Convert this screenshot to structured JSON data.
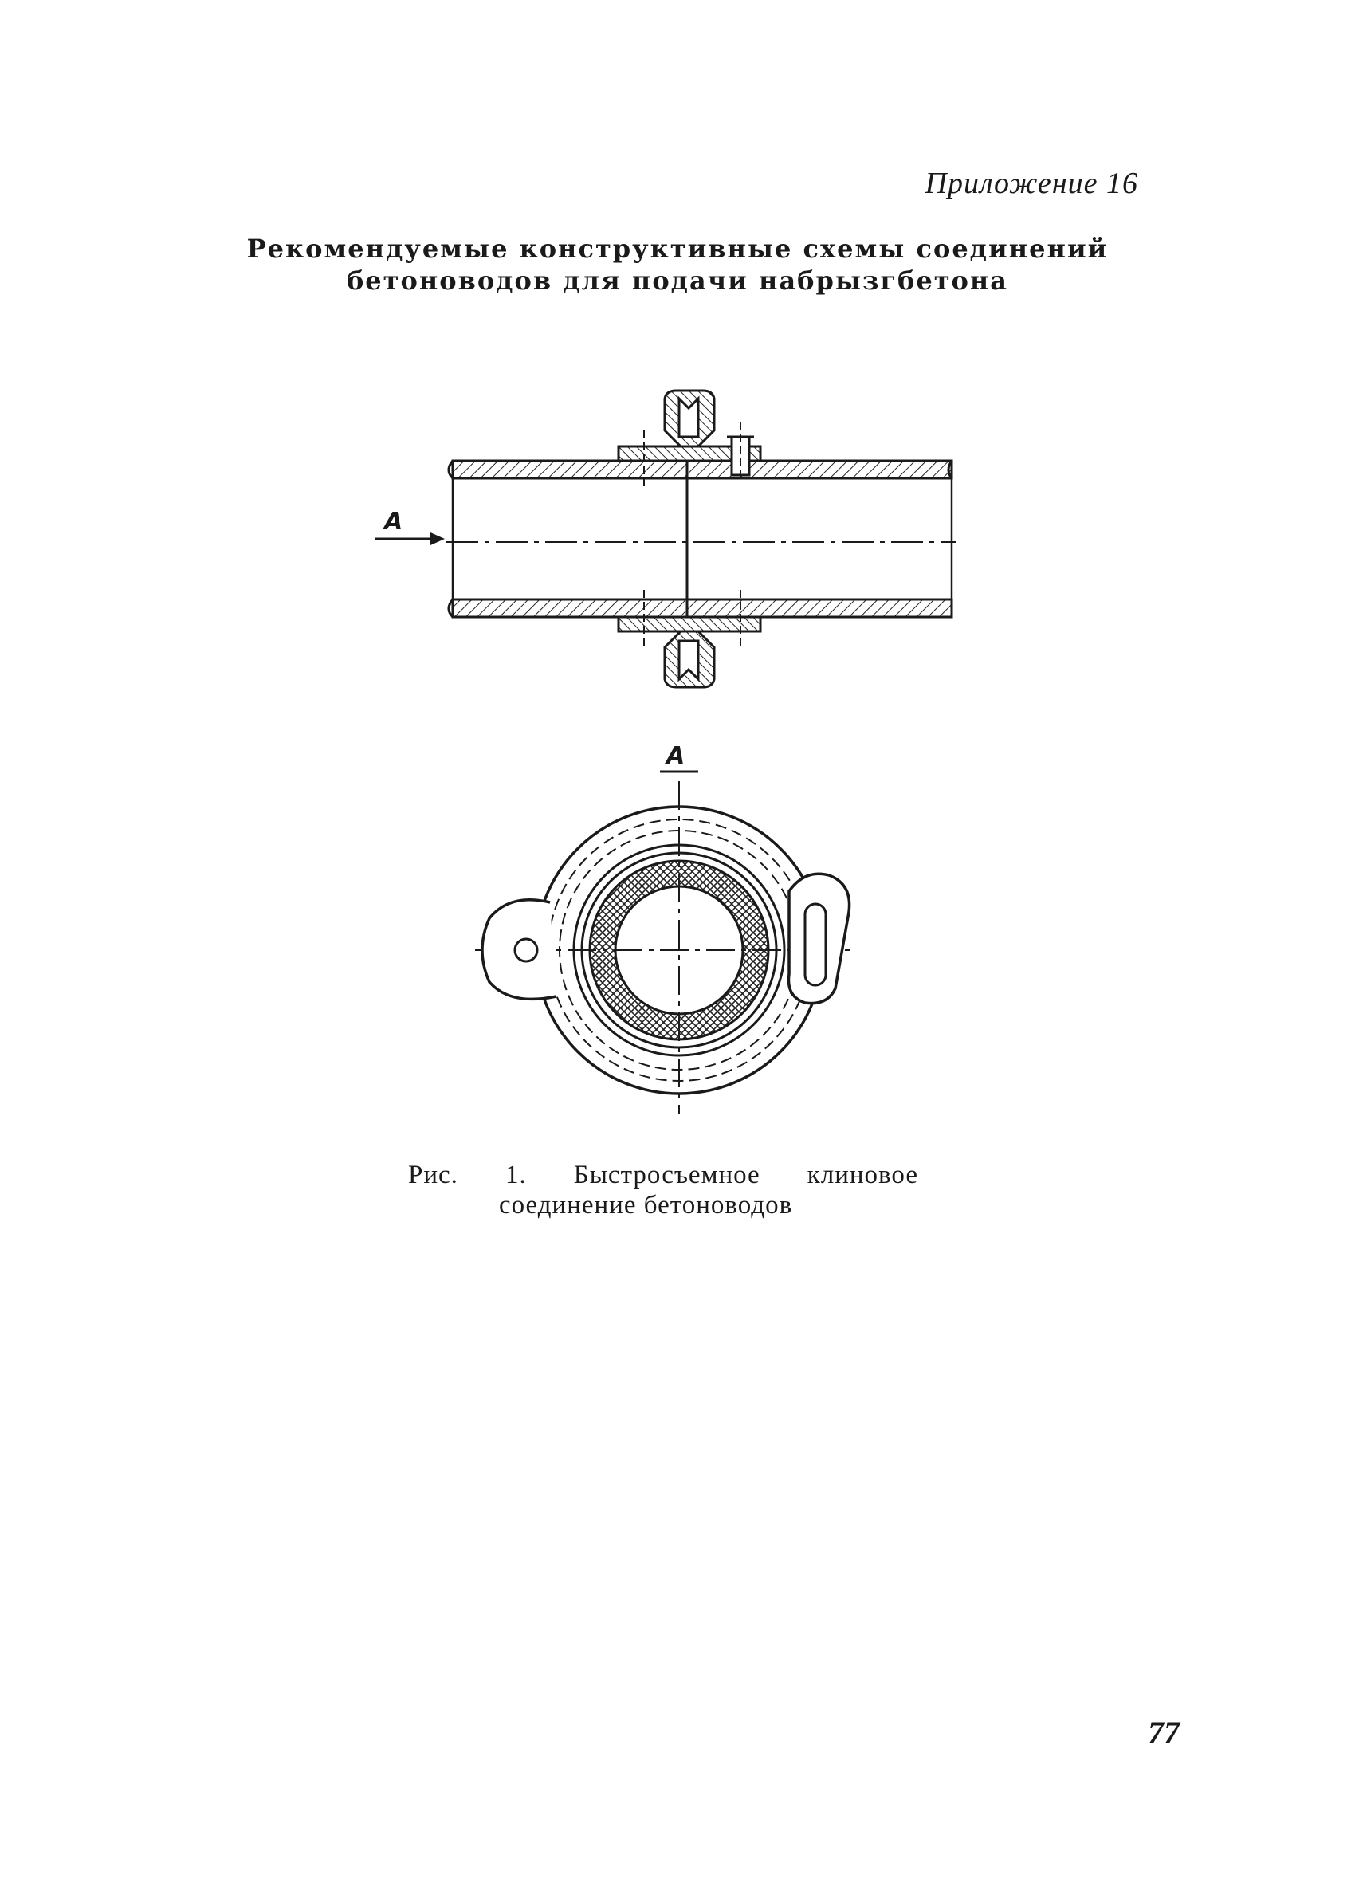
{
  "header": {
    "appendix": "Приложение 16"
  },
  "title": {
    "line1": "Рекомендуемые конструктивные схемы соединений",
    "line2": "бетоноводов для подачи набрызгбетона"
  },
  "figure": {
    "section_label": "A",
    "section_view_label": "A"
  },
  "caption": {
    "prefix": "Рис.",
    "number": "1.",
    "word1": "Быстросъемное",
    "word2": "клиновое",
    "line2": "соединение бетоноводов"
  },
  "page_number": "77"
}
